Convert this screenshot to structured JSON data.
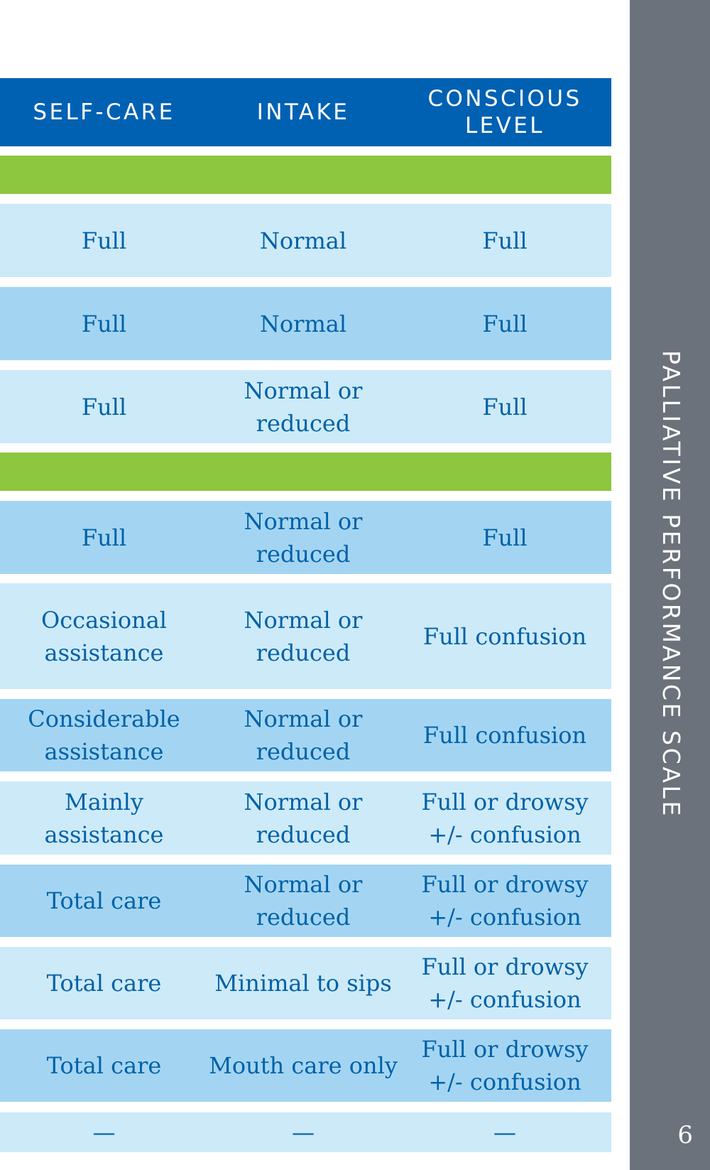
{
  "header": {
    "columns": [
      "SELF-CARE",
      "INTAKE",
      "CONSCIOUS\nLEVEL"
    ]
  },
  "rows": [
    {
      "self_care": "Full",
      "intake": "Normal",
      "conscious": "Full"
    },
    {
      "self_care": "Full",
      "intake": "Normal",
      "conscious": "Full"
    },
    {
      "self_care": "Full",
      "intake": "Normal or\nreduced",
      "conscious": "Full"
    },
    {
      "self_care": "Full",
      "intake": "Normal or\nreduced",
      "conscious": "Full"
    },
    {
      "self_care": "Occasional\nassistance",
      "intake": "Normal or\nreduced",
      "conscious": "Full confusion"
    },
    {
      "self_care": "Considerable\nassistance",
      "intake": "Normal or\nreduced",
      "conscious": "Full confusion"
    },
    {
      "self_care": "Mainly\nassistance",
      "intake": "Normal or\nreduced",
      "conscious": "Full or drowsy\n+/- confusion"
    },
    {
      "self_care": "Total care",
      "intake": "Normal or\nreduced",
      "conscious": "Full or drowsy\n+/- confusion"
    },
    {
      "self_care": "Total care",
      "intake": "Minimal to sips",
      "conscious": "Full or drowsy\n+/- confusion"
    },
    {
      "self_care": "Total care",
      "intake": "Mouth care only",
      "conscious": "Full or drowsy\n+/- confusion"
    },
    {
      "self_care": "—",
      "intake": "—",
      "conscious": "—"
    }
  ],
  "sidebar": {
    "title": "PALLIATIVE PERFORMANCE SCALE",
    "page_number": "6"
  },
  "colors": {
    "header": "#0061b3",
    "band": "#8dc63f",
    "row_light": "#cdeaf8",
    "row_dark": "#a3d5f3",
    "text": "#0061a6",
    "sidebar": "#6b727b"
  }
}
